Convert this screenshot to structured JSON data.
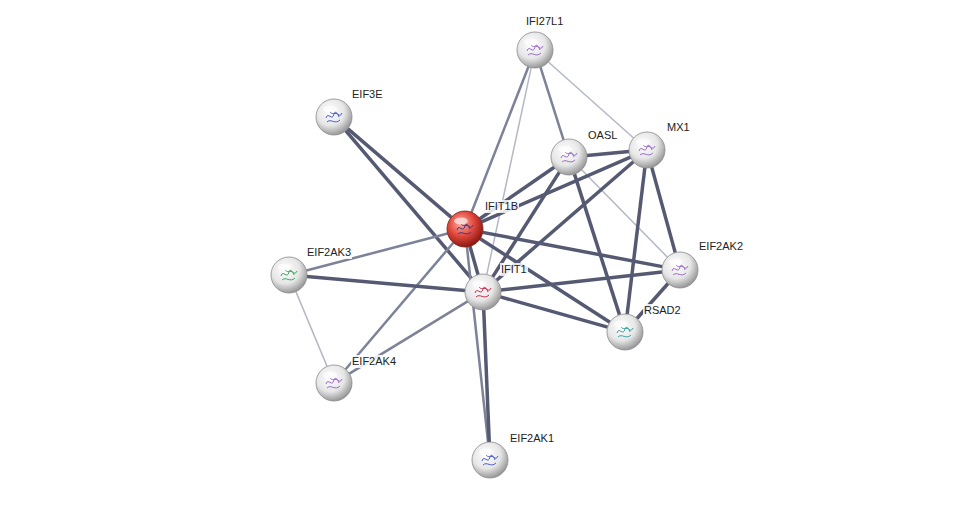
{
  "diagram": {
    "nodes": [
      {
        "text": [
          "IFI27L1"
        ]
      },
      {
        "text": [
          "EIF3E"
        ]
      },
      {
        "text": [
          "MX1"
        ]
      },
      {
        "text": [
          "OASL"
        ]
      },
      {
        "text": [
          "IFIT1B"
        ]
      },
      {
        "text": [
          "EIF2AK3"
        ]
      },
      {
        "text": [
          "EIF2AK2"
        ]
      },
      {
        "text": [
          "IFIT1"
        ]
      },
      {
        "text": [
          "RSAD2"
        ]
      },
      {
        "text": [
          "EIF2AK4"
        ]
      },
      {
        "text": [
          "EIF2AK1"
        ]
      }
    ],
    "edges": [
      {
        "from": 0,
        "to": 3,
        "arrow": "none"
      },
      {
        "from": 0,
        "to": 2,
        "arrow": "none"
      },
      {
        "from": 0,
        "to": 4,
        "arrow": "none"
      },
      {
        "from": 0,
        "to": 7,
        "arrow": "none"
      },
      {
        "from": 1,
        "to": 4,
        "arrow": "none"
      },
      {
        "from": 1,
        "to": 7,
        "arrow": "none"
      },
      {
        "from": 3,
        "to": 2,
        "arrow": "none"
      },
      {
        "from": 3,
        "to": 4,
        "arrow": "none"
      },
      {
        "from": 3,
        "to": 7,
        "arrow": "none"
      },
      {
        "from": 3,
        "to": 8,
        "arrow": "none"
      },
      {
        "from": 3,
        "to": 6,
        "arrow": "none"
      },
      {
        "from": 2,
        "to": 4,
        "arrow": "none"
      },
      {
        "from": 2,
        "to": 7,
        "arrow": "none"
      },
      {
        "from": 2,
        "to": 8,
        "arrow": "none"
      },
      {
        "from": 2,
        "to": 6,
        "arrow": "none"
      },
      {
        "from": 4,
        "to": 5,
        "arrow": "none"
      },
      {
        "from": 4,
        "to": 7,
        "arrow": "none"
      },
      {
        "from": 4,
        "to": 6,
        "arrow": "none"
      },
      {
        "from": 4,
        "to": 8,
        "arrow": "none"
      },
      {
        "from": 4,
        "to": 9,
        "arrow": "none"
      },
      {
        "from": 4,
        "to": 10,
        "arrow": "none"
      },
      {
        "from": 5,
        "to": 7,
        "arrow": "none"
      },
      {
        "from": 5,
        "to": 9,
        "arrow": "none"
      },
      {
        "from": 7,
        "to": 6,
        "arrow": "none"
      },
      {
        "from": 7,
        "to": 8,
        "arrow": "none"
      },
      {
        "from": 7,
        "to": 9,
        "arrow": "none"
      },
      {
        "from": 7,
        "to": 10,
        "arrow": "none"
      },
      {
        "from": 6,
        "to": 8,
        "arrow": "none"
      }
    ]
  }
}
